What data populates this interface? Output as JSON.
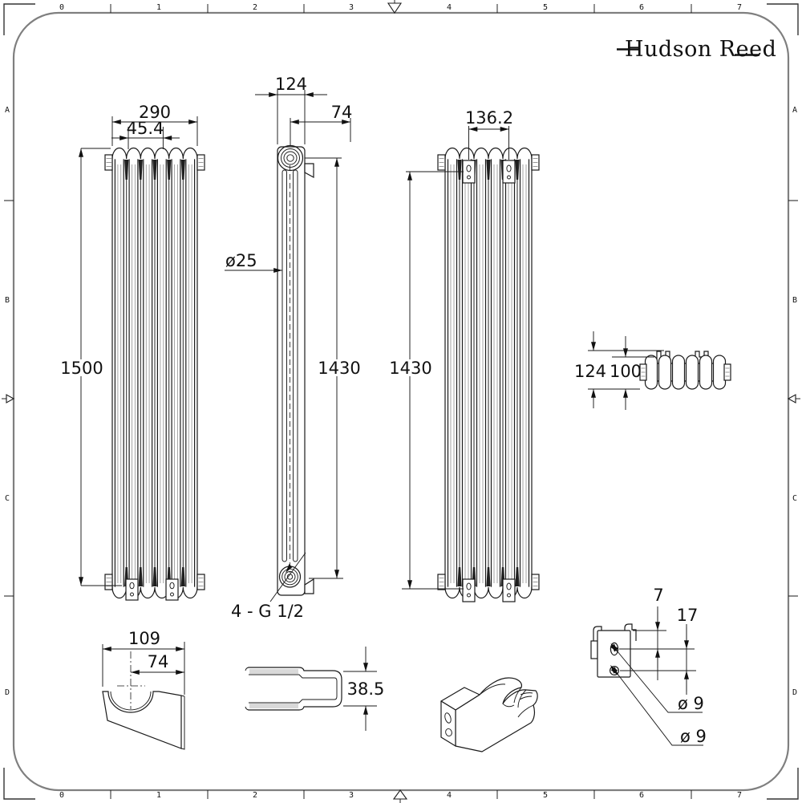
{
  "brand": {
    "logo": "Hudson Reed"
  },
  "frame": {
    "columns": [
      "0",
      "1",
      "2",
      "3",
      "4",
      "5",
      "6",
      "7"
    ],
    "rows": [
      "A",
      "B",
      "C",
      "D"
    ]
  },
  "dimensions": {
    "front": {
      "width": "290",
      "column_pitch": "45.4",
      "height": "1500"
    },
    "side": {
      "depth": "124",
      "wall_to_centre": "74",
      "column_diameter": "ø25",
      "fixing_centres": "1430",
      "connections": "4 - G 1/2"
    },
    "back": {
      "bracket_spacing": "136.2",
      "fixing_centres": "1430"
    },
    "top": {
      "overall_depth": "124",
      "bracket_depth": "100"
    },
    "bracket_side": {
      "length": "109",
      "cradle_offset": "74"
    },
    "bracket_top": {
      "width": "38.5"
    },
    "bracket_front": {
      "slot_offset": "7",
      "hole_centres": "17",
      "slot_diameter": "ø 9",
      "hole_diameter": "ø 9"
    }
  }
}
